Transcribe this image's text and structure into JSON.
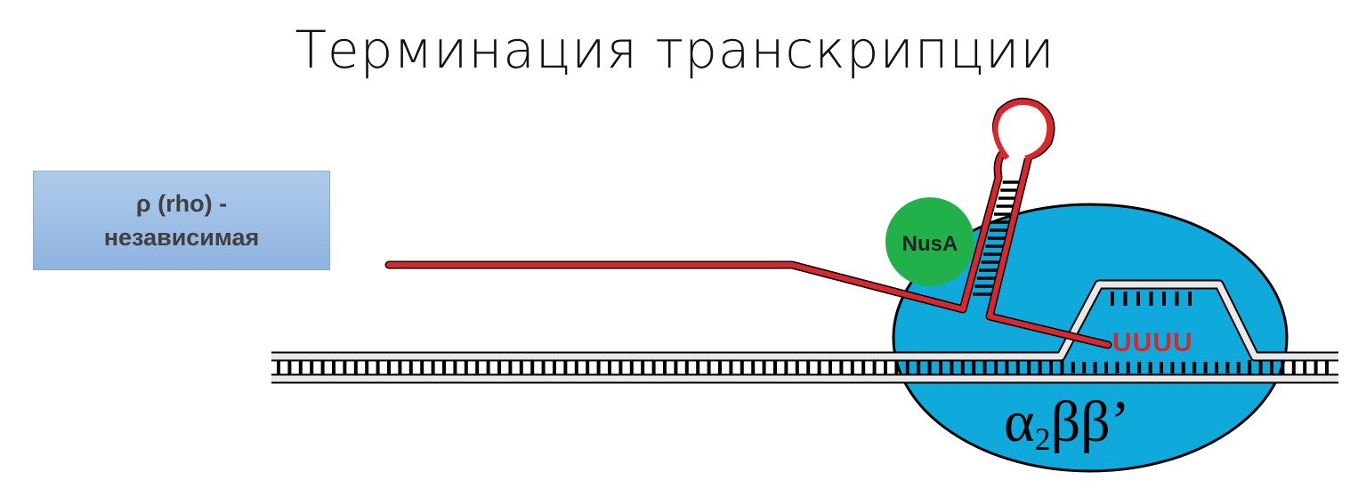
{
  "slide": {
    "title": "Терминация транскрипции",
    "box_line1": "ρ (rho) -",
    "box_line2": "независимая"
  },
  "diagram": {
    "protein_label": "NusA",
    "rna_pol_label_alpha": "α",
    "rna_pol_label_sub": "2",
    "rna_pol_label_beta": "ββ’",
    "uuuu_label": "UUUU",
    "colors": {
      "rna": "#d9272e",
      "polymerase": "#10a9dc",
      "nusa": "#22b04b",
      "dna_strand": "#e6e6e6"
    }
  }
}
